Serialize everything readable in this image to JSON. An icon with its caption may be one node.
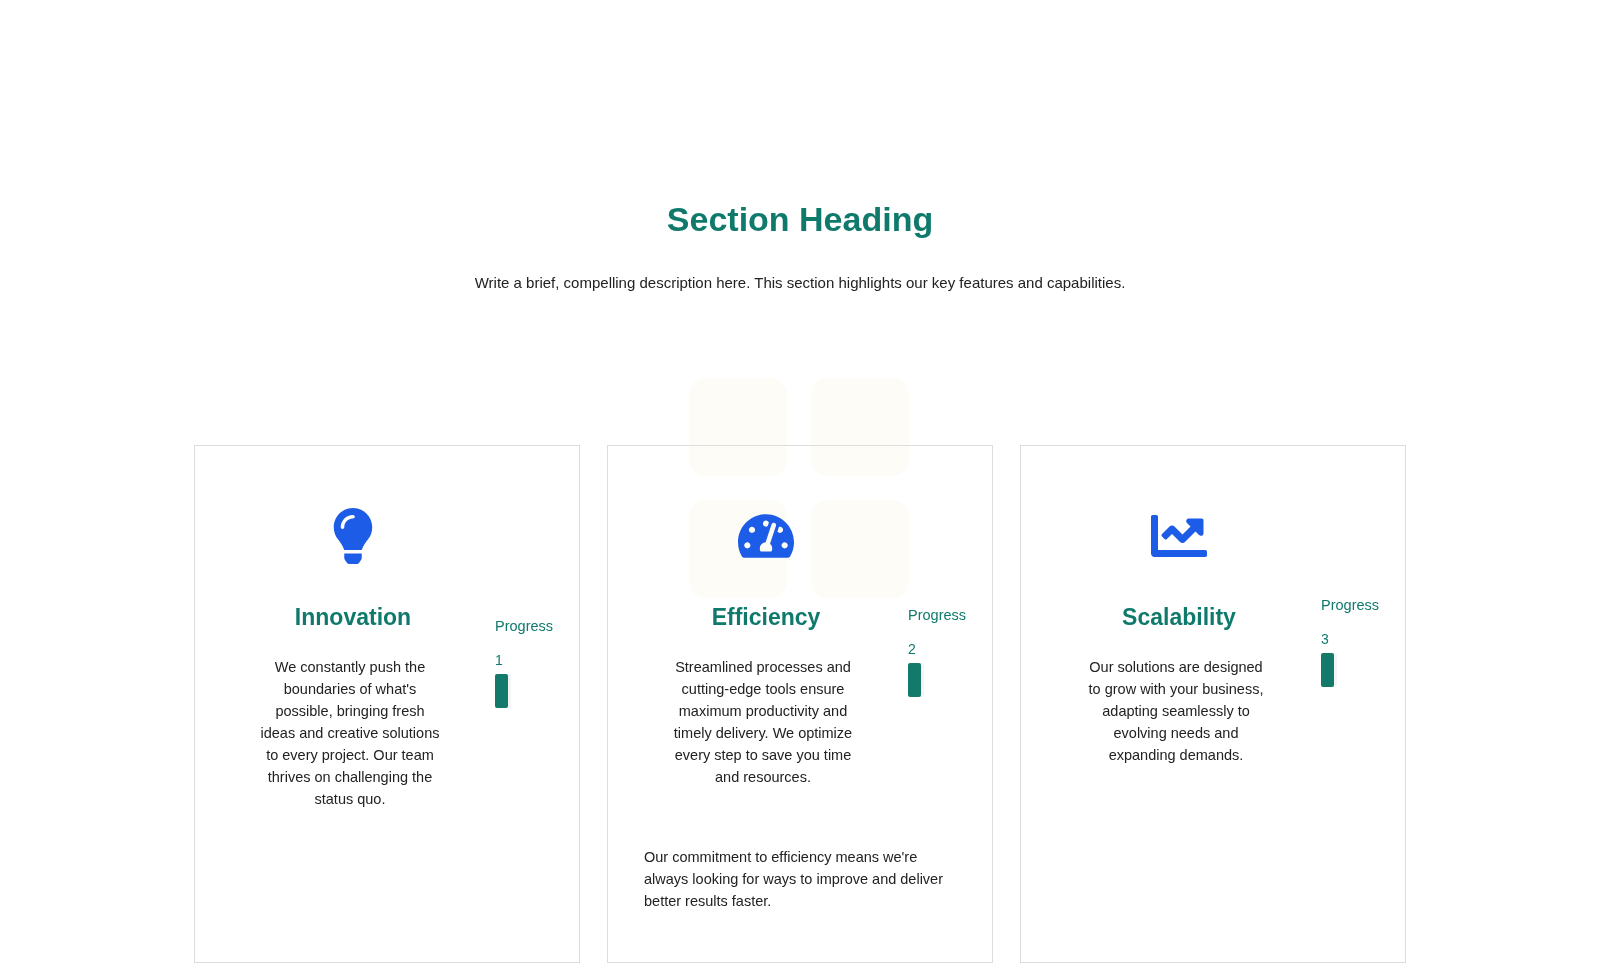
{
  "diagram": {
    "title": "Section Heading",
    "nodes": [
      {
        "text": [
          "Innovation",
          "We constantly push the boundaries of what's possible, bringing fresh ideas and creative solutions to every project. Our team thrives on challenging the status quo.",
          "Progress",
          "1"
        ]
      },
      {
        "text": [
          "Efficiency",
          "Streamlined processes and cutting-edge tools ensure maximum productivity and timely delivery. We optimize every step to save you time and resources.",
          "Progress",
          "2",
          "Our commitment to efficiency means we're always looking for ways to improve and deliver better results faster."
        ]
      },
      {
        "text": [
          "Scalability",
          "Our solutions are designed to grow with your business, adapting seamlessly to evolving needs and expanding demands.",
          "Progress",
          "3"
        ]
      }
    ],
    "labels": [
      "Write a brief, compelling description here. This section highlights our key features and capabilities."
    ]
  }
}
